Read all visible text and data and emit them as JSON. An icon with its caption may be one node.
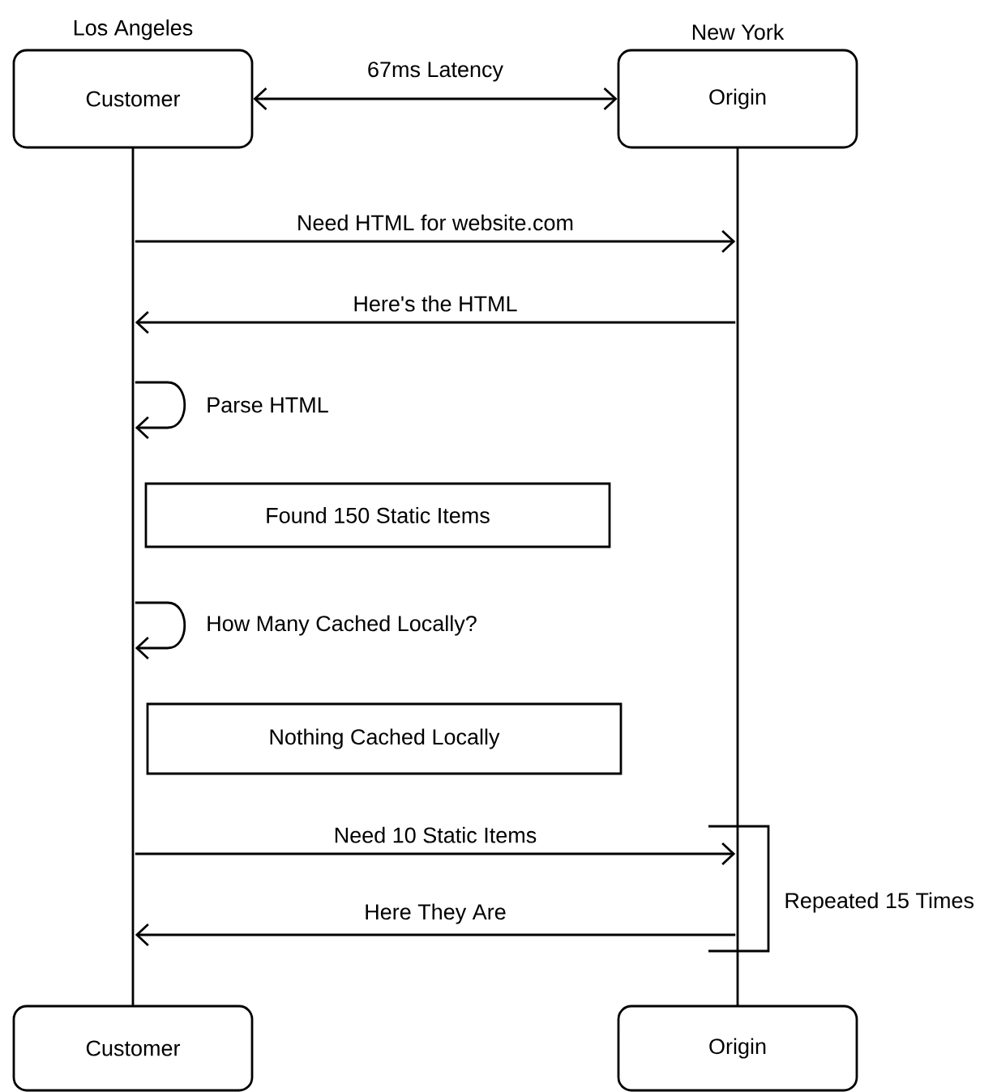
{
  "diagram": {
    "nodes": [
      {
        "text": [
          "Customer"
        ],
        "beside": [
          "Los Angeles"
        ]
      },
      {
        "text": [
          "Origin"
        ],
        "beside": [
          "New York"
        ]
      },
      {
        "text": [],
        "shape": "bar"
      },
      {
        "text": [],
        "shape": "bar"
      },
      {
        "text": [
          "Found 150 Static Items"
        ]
      },
      {
        "text": [
          "Nothing Cached Locally"
        ]
      },
      {
        "text": [
          "Customer"
        ]
      },
      {
        "text": [
          "Origin"
        ]
      }
    ],
    "edges": [
      {
        "from": 0,
        "to": 1,
        "arrow": "both",
        "label": "67ms Latency"
      },
      {
        "from": 2,
        "to": 3,
        "arrow": "to",
        "label": "Need HTML for website.com"
      },
      {
        "from": 3,
        "to": 2,
        "arrow": "to",
        "label": "Here's the HTML"
      },
      {
        "from": 2,
        "to": 2,
        "arrow": "to",
        "label": "Parse HTML"
      },
      {
        "from": 2,
        "to": 2,
        "arrow": "to",
        "label": "How Many Cached Locally?"
      },
      {
        "from": 2,
        "to": 3,
        "arrow": "to",
        "label": "Need 10 Static Items"
      },
      {
        "from": 3,
        "to": 2,
        "arrow": "to",
        "label": "Here They Are"
      }
    ],
    "labels": [
      "Repeated 15 Times"
    ]
  }
}
